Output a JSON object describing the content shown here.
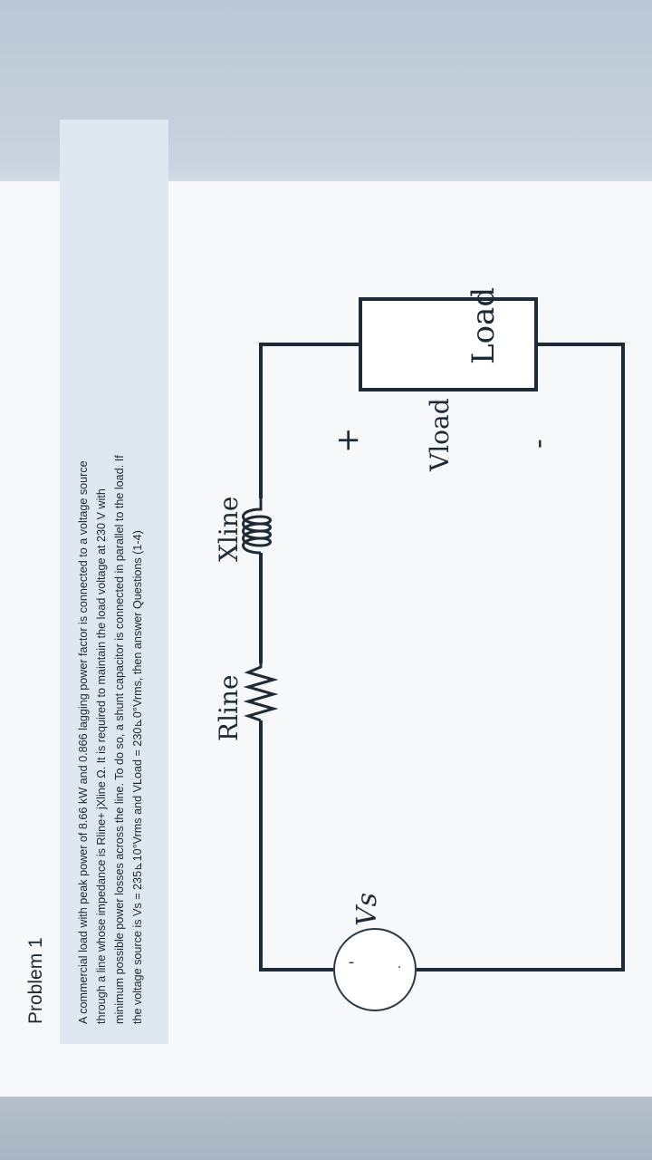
{
  "problem": {
    "title": "Problem 1",
    "text_lines": [
      "A commercial load with peak power of 8.66 kW and 0.866 lagging power factor is connected to a voltage source",
      "through a line whose impedance is Rline+ jXline Ω. It is required to maintain the load voltage at 230 V with",
      "minimum possible power losses across the line. To do so, a shunt capacitor is connected in parallel to the load. If",
      "the voltage source is Vs = 235⊾10°Vrms and VLoad = 230⊾0°Vrms, then answer Questions (1-4)"
    ]
  },
  "circuit": {
    "source_label": "Vs",
    "r_label": "Rline",
    "x_label": "Xline",
    "load_label": "Load",
    "vload_label": "Vload",
    "plus": "+",
    "minus": "-"
  }
}
